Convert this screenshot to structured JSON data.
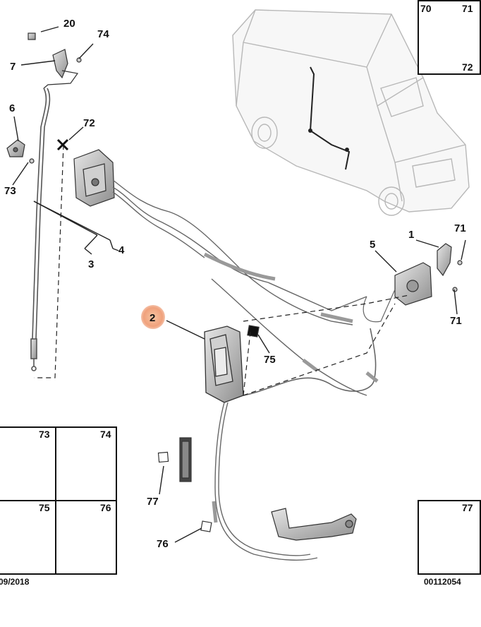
{
  "callouts": {
    "c20": "20",
    "c74a": "74",
    "c7": "7",
    "c6": "6",
    "c73a": "73",
    "c72": "72",
    "c3": "3",
    "c4": "4",
    "c2": "2",
    "c75": "75",
    "c5": "5",
    "c1": "1",
    "c71a": "71",
    "c71b": "71",
    "c77": "77",
    "c76": "76"
  },
  "boxes": {
    "tr": {
      "n1": "70",
      "n2": "71",
      "n3": "72"
    },
    "b73": "73",
    "b74": "74",
    "b75": "75",
    "b76": "76",
    "b77": "77"
  },
  "footer": {
    "date": "09/2018",
    "code": "00112054"
  },
  "colors": {
    "line": "#222222",
    "part": "#bdbdbd",
    "highlight": "#f0a17c"
  }
}
